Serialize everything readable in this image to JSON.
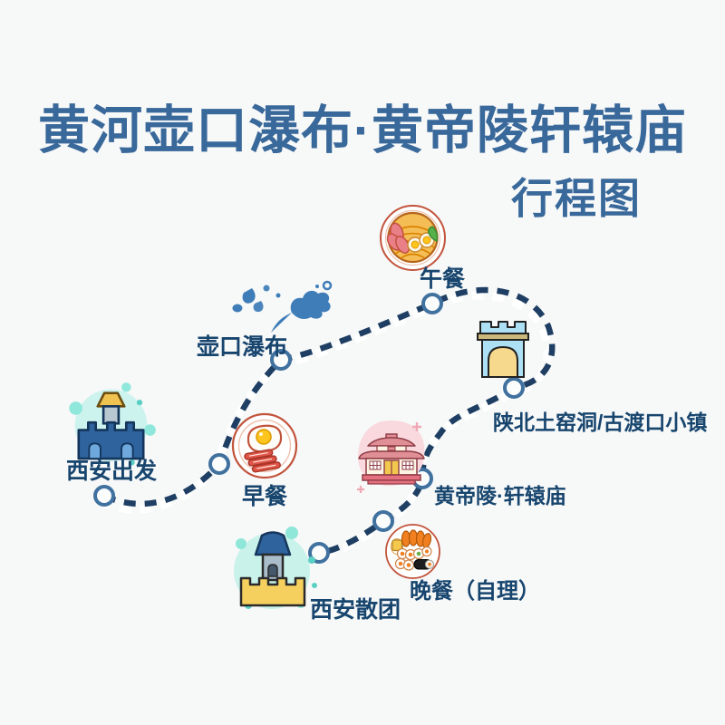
{
  "page": {
    "background": "#f7f8f8"
  },
  "header": {
    "title": "黄河壶口瀑布·黄帝陵轩辕庙",
    "subtitle": "行程图",
    "title_color": "#39689a"
  },
  "route": {
    "line_color": "#1e3f63",
    "node_ring_color": "#40719f",
    "label_color": "#17456e",
    "stops": [
      {
        "label": "西安出发",
        "icon": "castle-wall-icon"
      },
      {
        "label": "早餐",
        "icon": "fried-egg-icon"
      },
      {
        "label": "壶口瀑布",
        "icon": "water-splash-icon"
      },
      {
        "label": "午餐",
        "icon": "noodle-bowl-icon"
      },
      {
        "label": "陕北土窑洞/古渡口小镇",
        "icon": "gate-tower-icon"
      },
      {
        "label": "黄帝陵·轩辕庙",
        "icon": "temple-icon"
      },
      {
        "label": "晚餐（自理）",
        "icon": "sushi-plate-icon"
      },
      {
        "label": "西安散团",
        "icon": "castle-tower-icon"
      }
    ]
  }
}
